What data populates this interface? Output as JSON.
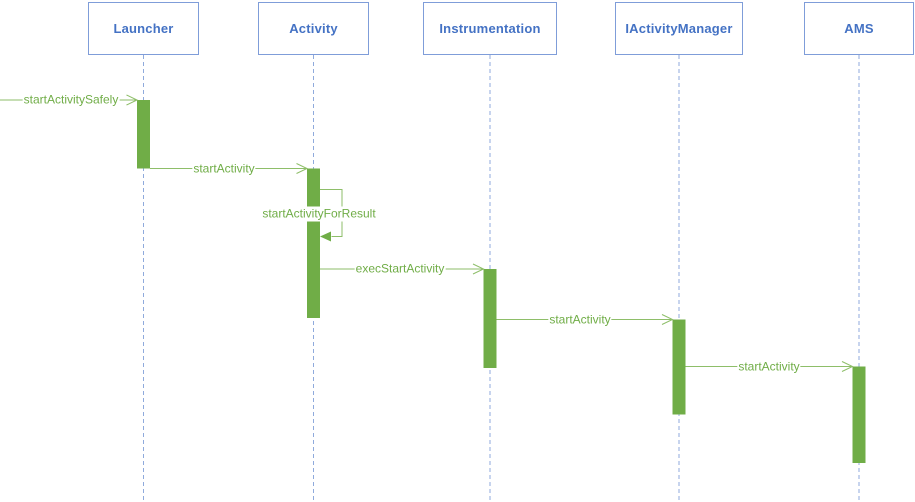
{
  "diagram": {
    "kind": "uml-sequence-diagram",
    "participants": [
      {
        "label": "Launcher"
      },
      {
        "label": "Activity"
      },
      {
        "label": "Instrumentation"
      },
      {
        "label": "IActivityManager"
      },
      {
        "label": "AMS"
      }
    ],
    "messages": [
      {
        "label": "startActivitySafely",
        "from": "(external)",
        "to": "Launcher",
        "arrowhead": "open",
        "self": false
      },
      {
        "label": "startActivity",
        "from": "Launcher",
        "to": "Activity",
        "arrowhead": "open",
        "self": false
      },
      {
        "label": "startActivityForResult",
        "from": "Activity",
        "to": "Activity",
        "arrowhead": "filled",
        "self": true
      },
      {
        "label": "execStartActivity",
        "from": "Activity",
        "to": "Instrumentation",
        "arrowhead": "open",
        "self": false
      },
      {
        "label": "startActivity",
        "from": "Instrumentation",
        "to": "IActivityManager",
        "arrowhead": "open",
        "self": false
      },
      {
        "label": "startActivity",
        "from": "IActivityManager",
        "to": "AMS",
        "arrowhead": "open",
        "self": false
      }
    ],
    "colors": {
      "participant_text": "#4472C4",
      "participant_border": "#7F9DD9",
      "participant_fill": "#FFFFFF",
      "lifeline": "#8FAADC",
      "activation_fill": "#70AD47",
      "message_line": "#8EBE69",
      "message_text": "#70AD47",
      "background": "#FFFFFF"
    }
  }
}
